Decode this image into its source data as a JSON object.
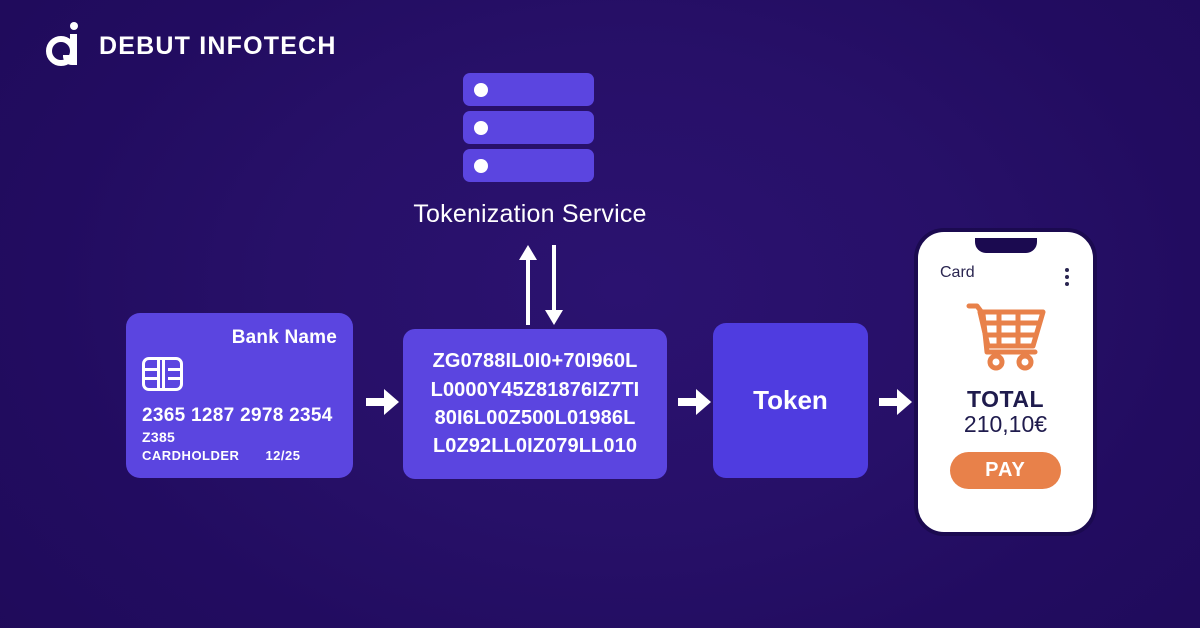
{
  "brand": {
    "name": "DEBUT INFOTECH",
    "logo_icon": "debut-infotech-di-monogram"
  },
  "tokenization": {
    "label": "Tokenization Service",
    "server_icon": "server-rack-icon",
    "bars": [
      {
        "led": "status-led"
      },
      {
        "led": "status-led"
      },
      {
        "led": "status-led"
      }
    ]
  },
  "bank_card": {
    "bank_name": "Bank Name",
    "chip_icon": "emv-chip-icon",
    "number": "2365 1287 2978 2354",
    "code": "Z385",
    "holder_label": "CARDHOLDER",
    "expiry": "12/25"
  },
  "token_string": {
    "lines": [
      "ZG0788IL0I0+70I960L",
      "L0000Y45Z81876IZ7TI",
      "80I6L00Z500L01986L",
      "L0Z92LL0IZ079LL010"
    ]
  },
  "token_box": {
    "label": "Token"
  },
  "phone": {
    "screen_title": "Card",
    "menu_icon": "kebab-menu-icon",
    "cart_icon": "shopping-cart-icon",
    "total_label": "TOTAL",
    "total_amount": "210,10€",
    "pay_label": "PAY"
  },
  "arrows": {
    "card_to_tokenizer": "arrow-right-icon",
    "tokenizer_to_token": "arrow-right-icon",
    "token_to_phone": "arrow-right-icon",
    "up": "arrow-up-icon",
    "down": "arrow-down-icon"
  },
  "colors": {
    "background_deep": "#1E0A58",
    "background_mid": "#2B1270",
    "card_purple": "#5B45E0",
    "token_purple": "#4F3CE0",
    "accent_orange": "#E8814A",
    "text_light": "#FFFFFF",
    "text_dark": "#1F1B4D"
  }
}
